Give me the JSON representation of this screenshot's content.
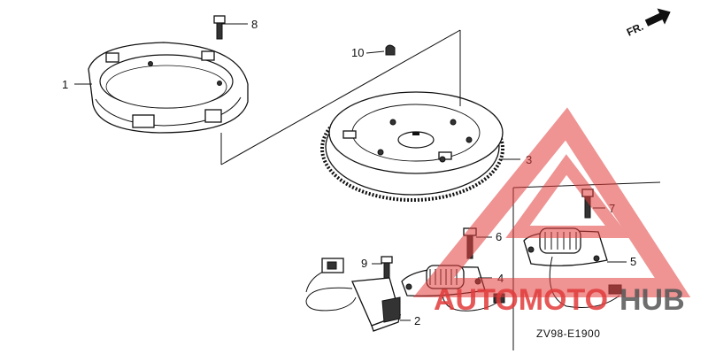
{
  "diagram": {
    "callouts": [
      {
        "id": "c1",
        "text": "1"
      },
      {
        "id": "c2",
        "text": "2"
      },
      {
        "id": "c3",
        "text": "3"
      },
      {
        "id": "c4",
        "text": "4"
      },
      {
        "id": "c5",
        "text": "5"
      },
      {
        "id": "c6",
        "text": "6"
      },
      {
        "id": "c7",
        "text": "7"
      },
      {
        "id": "c8",
        "text": "8"
      },
      {
        "id": "c9",
        "text": "9"
      },
      {
        "id": "c10",
        "text": "10"
      }
    ],
    "direction_label": "FR.",
    "diagram_code": "ZV98-E1900"
  },
  "watermark": {
    "text_red": "AUTOMOTO",
    "text_grey": "HUB",
    "color_red": "#e23b3b",
    "color_grey": "#555555"
  }
}
